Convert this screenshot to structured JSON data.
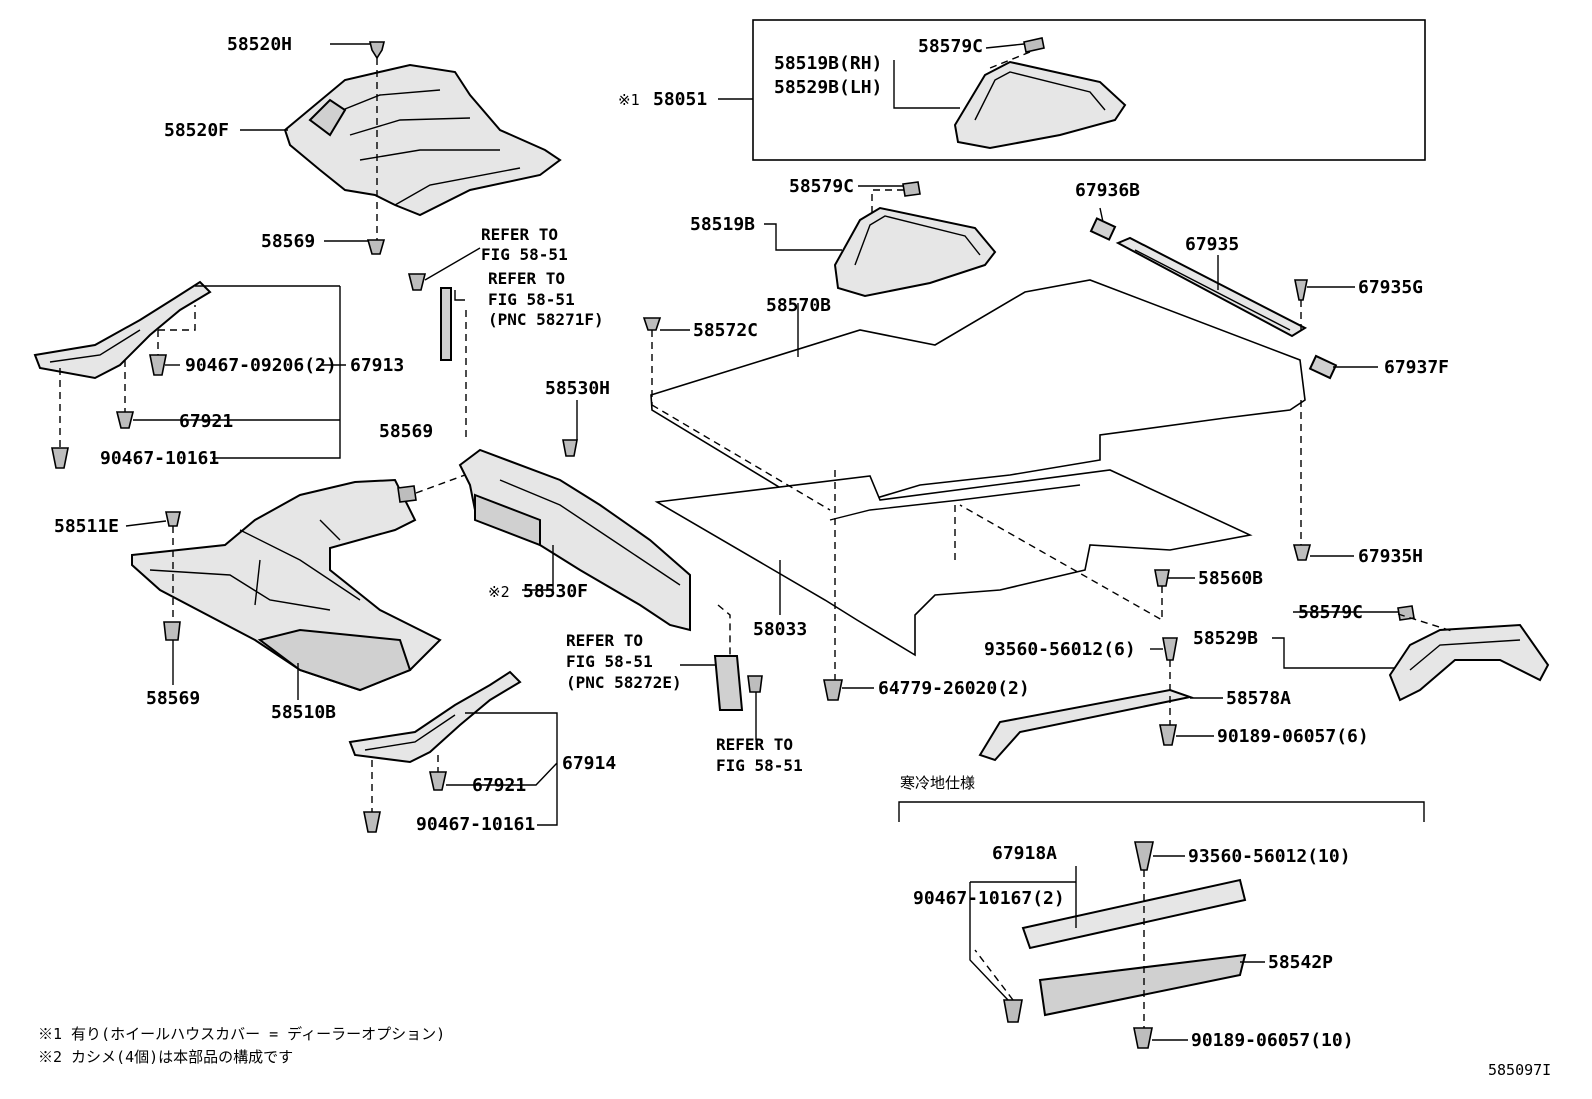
{
  "diagram": {
    "part_labels": {
      "p58520H": "58520H",
      "p58520F": "58520F",
      "p58569a": "58569",
      "p58569b": "58569",
      "p58569c": "58569",
      "p58051": "58051",
      "p58051_mark": "※1",
      "p58519BRH": "58519B(RH)",
      "p58529BLH": "58529B(LH)",
      "p58579Ca": "58579C",
      "p58579Cb": "58579C",
      "p58579Cc": "58579C",
      "p58519B": "58519B",
      "p67936B": "67936B",
      "p67935": "67935",
      "p67935G": "67935G",
      "p67937F": "67937F",
      "p67935H": "67935H",
      "p58570B": "58570B",
      "p58572C": "58572C",
      "p90467_09206": "90467-09206(2)",
      "p67913": "67913",
      "p67921a": "67921",
      "p67921b": "67921",
      "p90467_10161a": "90467-10161",
      "p90467_10161b": "90467-10161",
      "p58530H": "58530H",
      "p58511E": "58511E",
      "p58530F": "58530F",
      "p58530F_mark": "※2",
      "p58510B": "58510B",
      "p67914": "67914",
      "p58033": "58033",
      "p58560B": "58560B",
      "p58529B": "58529B",
      "p93560_56012_6": "93560-56012(6)",
      "p58578A": "58578A",
      "p64779_26020": "64779-26020(2)",
      "p90189_06057_6": "90189-06057(6)",
      "p67918A": "67918A",
      "p93560_56012_10": "93560-56012(10)",
      "p90467_10167": "90467-10167(2)",
      "p58542P": "58542P",
      "p90189_06057_10": "90189-06057(10)"
    },
    "refs": {
      "r1_l1": "REFER TO",
      "r1_l2": "FIG 58-51",
      "r2_l1": "REFER TO",
      "r2_l2": "FIG 58-51",
      "r2_l3": "(PNC 58271F)",
      "r3_l1": "REFER TO",
      "r3_l2": "FIG 58-51",
      "r3_l3": "(PNC 58272E)",
      "r4_l1": "REFER TO",
      "r4_l2": "FIG 58-51"
    },
    "cold_spec_label": "寒冷地仕様",
    "footnotes": {
      "n1": "※1 有り(ホイールハウスカバー = ディーラーオプション)",
      "n2": "※2 カシメ(4個)は本部品の構成です"
    },
    "figure_id": "585097I"
  }
}
